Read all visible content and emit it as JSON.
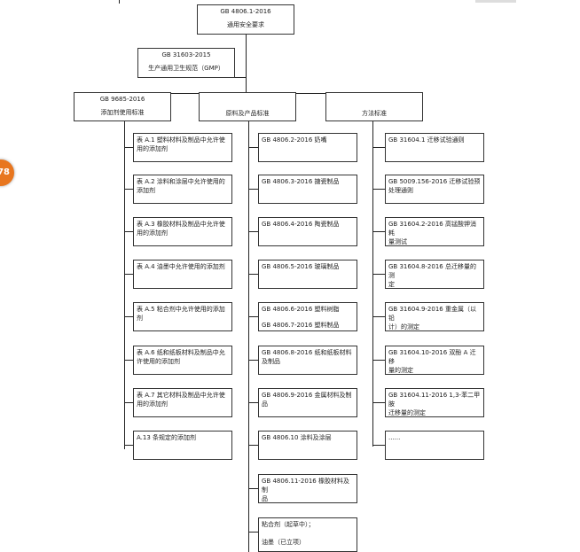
{
  "badge": {
    "text": "78",
    "color": "#e8761f"
  },
  "top": {
    "standard": "GB 4806.1-2016",
    "title": "通用安全要求"
  },
  "gmp": {
    "standard": "GB 31603-2015",
    "title": "生产通用卫生规范（GMP）"
  },
  "columns": [
    {
      "header_code": "GB 9685-2016",
      "header_title": "添加剂使用标准",
      "items": [
        [
          "表 A.1  塑料材料及制品中允许使",
          "用的添加剂"
        ],
        [
          "表 A.2  涂料和涂层中允许使用的",
          "添加剂"
        ],
        [
          "表 A.3  橡胶材料及制品中允许使",
          "用的添加剂"
        ],
        [
          "表 A.4  油墨中允许使用的添加剂"
        ],
        [
          "表 A.5  粘合剂中允许使用的添加",
          "剂"
        ],
        [
          "表 A.6  纸和纸板材料及制品中允",
          "许使用的添加剂"
        ],
        [
          "表 A.7  其它材料及制品中允许使",
          "用的添加剂"
        ],
        [
          "A.13 条规定的添加剂"
        ]
      ]
    },
    {
      "header_title": "原料及产品标准",
      "items": [
        [
          "GB 4806.2-2016  奶嘴"
        ],
        [
          "GB 4806.3-2016  搪瓷制品"
        ],
        [
          "GB 4806.4-2016  陶瓷制品"
        ],
        [
          "GB 4806.5-2016  玻璃制品"
        ],
        [
          "GB 4806.6-2016  塑料树脂",
          "GB 4806.7-2016  塑料制品"
        ],
        [
          "GB 4806.8-2016  纸和纸板材料",
          "及制品"
        ],
        [
          "GB 4806.9-2016  金属材料及制",
          "品"
        ],
        [
          "GB 4806.10  涂料及涂层"
        ],
        [
          "GB 4806.11-2016  橡胶材料及制",
          "品"
        ],
        [
          "粘合剂（起草中）；",
          "油墨（已立项）"
        ]
      ]
    },
    {
      "header_title": "方法标准",
      "items": [
        [
          "GB 31604.1  迁移试验通则"
        ],
        [
          "GB 5009.156-2016 迁移试验预",
          "处理通则"
        ],
        [
          "GB 31604.2-2016  高锰酸钾消耗",
          "量测试"
        ],
        [
          "GB 31604.8-2016  总迁移量的测",
          "定"
        ],
        [
          "GB 31604.9-2016  重金属（以铅",
          "计）的测定"
        ],
        [
          "GB 31604.10-2016  双酚 A 迁移",
          "量的测定"
        ],
        [
          "GB 31604.11-2016 1,3-苯二甲胺",
          "迁移量的测定"
        ],
        [
          "......"
        ]
      ]
    }
  ]
}
